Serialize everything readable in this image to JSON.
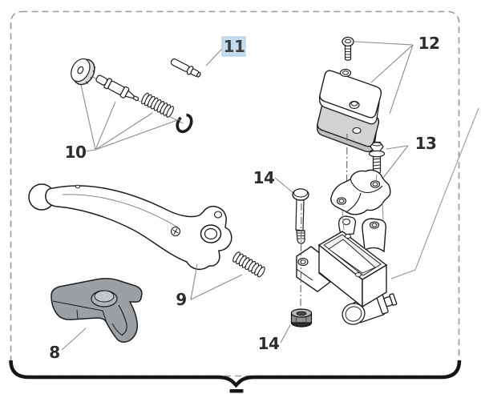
{
  "figure": {
    "type": "exploded-parts-diagram",
    "callouts": [
      {
        "ref": "10",
        "highlighted": false
      },
      {
        "ref": "11",
        "highlighted": true
      },
      {
        "ref": "12",
        "highlighted": false
      },
      {
        "ref": "13",
        "highlighted": false
      },
      {
        "ref": "14",
        "highlighted": false
      },
      {
        "ref": "14",
        "highlighted": false
      },
      {
        "ref": "9",
        "highlighted": false
      },
      {
        "ref": "8",
        "highlighted": false
      }
    ],
    "colors": {
      "highlight_bg": "#c5dcec",
      "highlight_border": "#a9c8de",
      "highlight_text": "#3b3e43",
      "callout_text": "#2d2d2d",
      "outline": "#1c1c1c",
      "leader_line": "#8c8c8c",
      "dashed_border": "#9a9a9a",
      "frame_line": "#161616",
      "gasket_fill": "#d2d2d2",
      "protector_fill": "#9aa0a4",
      "nut_fill": "#8f8f8f"
    }
  }
}
